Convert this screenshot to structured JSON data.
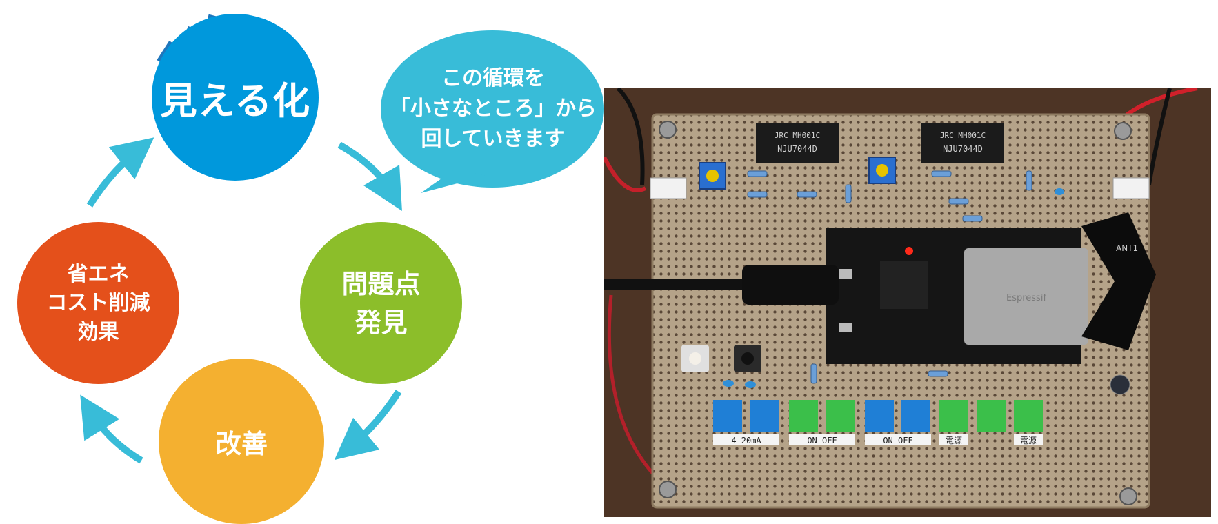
{
  "cycle": {
    "visualize": "見える化",
    "find_problems": [
      "問題点",
      "発見"
    ],
    "improve": "改善",
    "effect": [
      "省エネ",
      "コスト削減",
      "効果"
    ]
  },
  "bubble": [
    "この循環を",
    "「小さなところ」から",
    "回していきます"
  ],
  "colors": {
    "visualize": "#0098dc",
    "find_problems": "#8cbe2a",
    "improve": "#f4b030",
    "effect": "#e4501b",
    "arrows_and_bubble": "#38bcd8"
  },
  "photo": {
    "ic_labels": [
      "NJU7044D",
      "JRC MH001C"
    ],
    "terminal_labels": [
      "4-20mA",
      "ON-OFF",
      "ON-OFF",
      "電源",
      "電源"
    ],
    "module_labels": [
      "ANT1",
      "Espressif"
    ]
  }
}
